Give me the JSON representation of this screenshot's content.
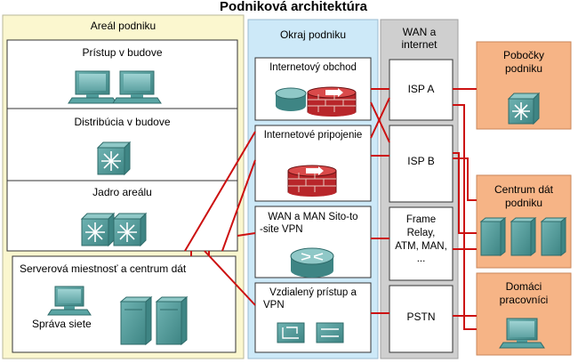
{
  "title": "Podniková architektúra",
  "campus": {
    "label": "Areál podniku",
    "building_access": "Prístup v budove",
    "building_distribution": "Distribúcia v budove",
    "campus_core": "Jadro areálu",
    "server_farm": "Serverová miestnosť a centrum dát",
    "network_management": "Správa siete"
  },
  "edge": {
    "label": "Okraj podniku",
    "ecommerce": "Internetový obchod",
    "internet_connectivity": "Internetové pripojenie",
    "vpn_line1": "WAN a MAN Sito-to",
    "vpn_line2": "-site VPN",
    "remote_line1": "Vzdialený prístup a",
    "remote_line2": "VPN"
  },
  "wan": {
    "label_line1": "WAN a",
    "label_line2": "internet",
    "isp_a": "ISP A",
    "isp_b": "ISP B",
    "frame_line1": "Frame",
    "frame_line2": "Relay,",
    "frame_line3": "ATM, MAN,",
    "frame_line4": "...",
    "pstn": "PSTN"
  },
  "remote": {
    "branch_line1": "Pobočky",
    "branch_line2": "podniku",
    "datacenter_line1": "Centrum dát",
    "datacenter_line2": "podniku",
    "teleworker_line1": "Domáci",
    "teleworker_line2": "pracovníci"
  },
  "colors": {
    "campus_bg": "#fbf7cf",
    "edge_bg": "#cde9f8",
    "wan_bg": "#cfcfcf",
    "remote_bg": "#f6b486",
    "link": "#cc1111",
    "device": "#4f9b9a"
  },
  "icons": [
    "pc-icon",
    "multilayer-switch-icon",
    "firewall-icon",
    "router-icon",
    "server-icon",
    "vpn-concentrator-icon",
    "access-server-icon"
  ]
}
